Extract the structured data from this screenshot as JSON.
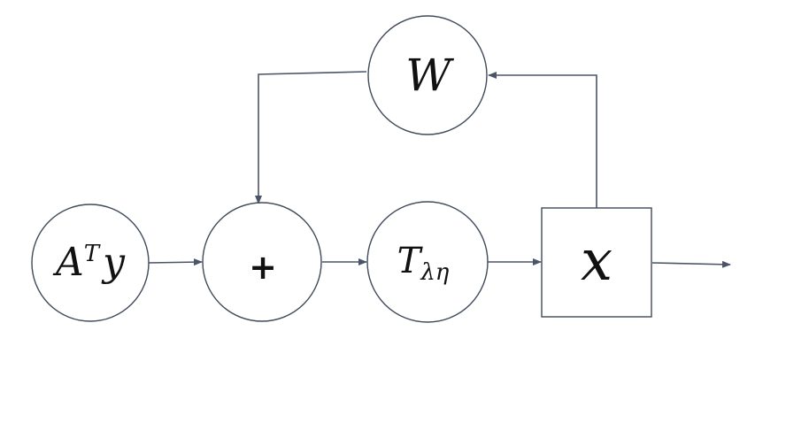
{
  "diagram": {
    "nodes": {
      "aty": {
        "base": "A",
        "sup": "T",
        "tail": "y"
      },
      "sum": {
        "label": "+"
      },
      "threshold": {
        "base": "T",
        "sub": "λη"
      },
      "w": {
        "label": "W"
      },
      "x": {
        "label": "x"
      }
    },
    "colors": {
      "stroke": "#3f4a5a",
      "arrow": "#4a5568",
      "text": "#111111",
      "background": "#ffffff"
    }
  }
}
